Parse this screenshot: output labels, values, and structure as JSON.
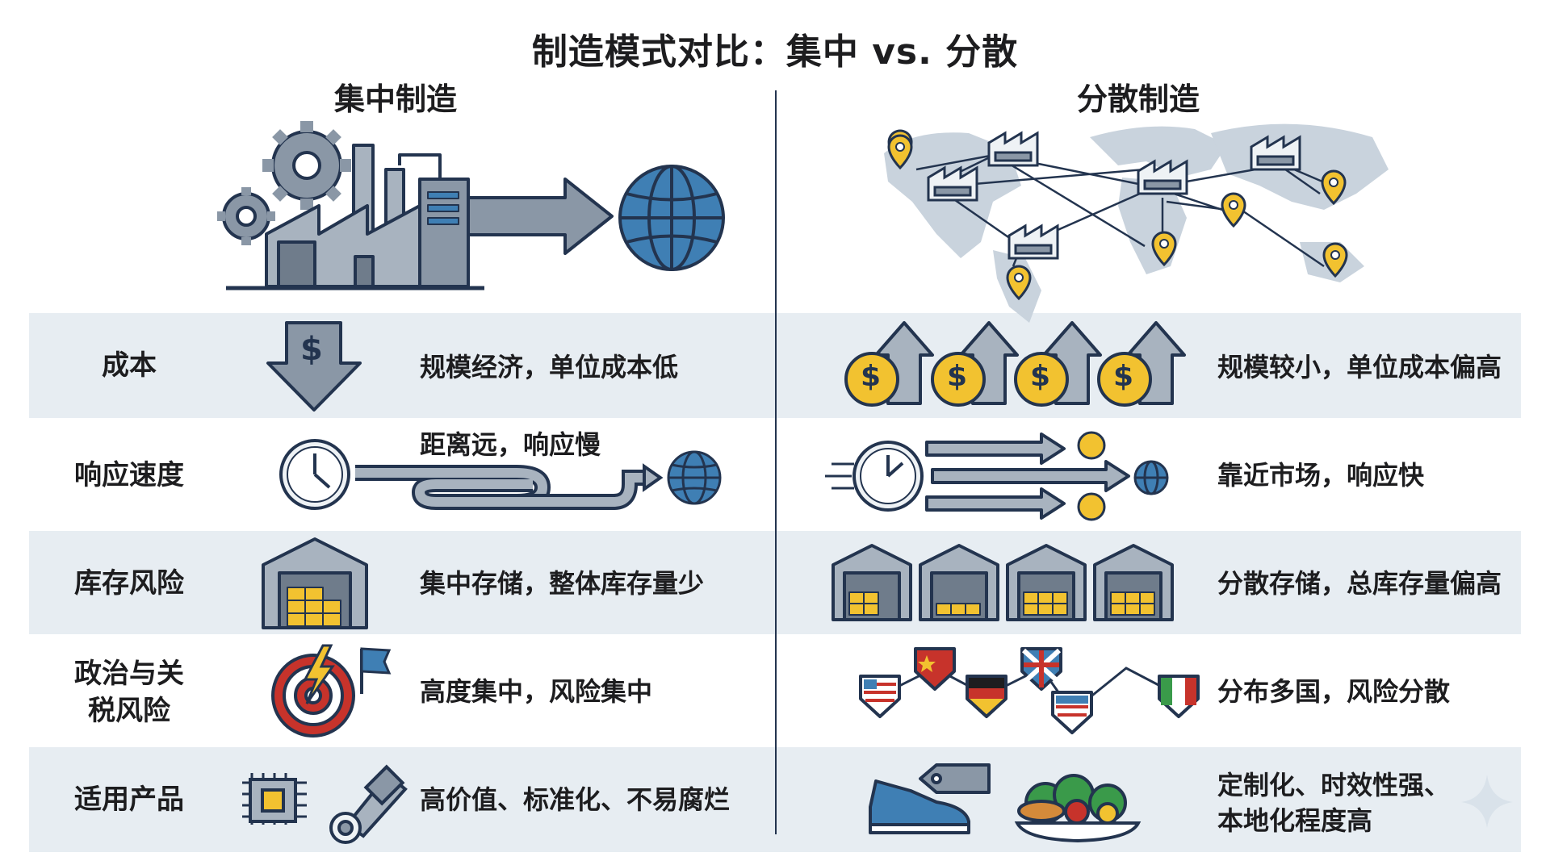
{
  "title": "制造模式对比：集中 vs. 分散",
  "columns": {
    "left": "集中制造",
    "right": "分散制造"
  },
  "rows": [
    {
      "label": "成本",
      "left": "规模经济，单位成本低",
      "right": "规模较小，单位成本偏高"
    },
    {
      "label": "响应速度",
      "left": "距离远，响应慢",
      "right": "靠近市场，响应快"
    },
    {
      "label": "库存风险",
      "left": "集中存储，整体库存量少",
      "right": "分散存储，总库存量偏高"
    },
    {
      "label": "政治与关税风险",
      "label_line1": "政治与关",
      "label_line2": "税风险",
      "left": "高度集中，风险集中",
      "right": "分布多国，风险分散"
    },
    {
      "label": "适用产品",
      "left": "高价值、标准化、不易腐烂",
      "right_line1": "定制化、时效性强、",
      "right_line2": "本地化程度高"
    }
  ],
  "icons": {
    "currency_symbol": "$"
  },
  "colors": {
    "navy": "#23344f",
    "band": "#e7edf2",
    "steel": "#8a97a6",
    "globe": "#3f7fb4",
    "gold": "#f2c230",
    "red": "#c7332b"
  }
}
